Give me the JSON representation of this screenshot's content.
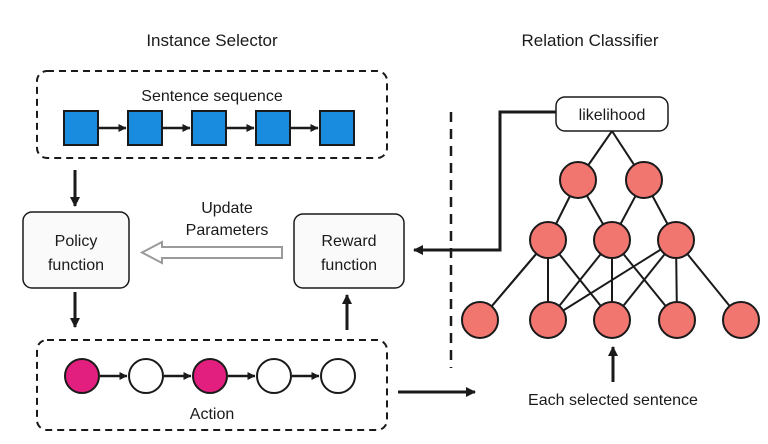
{
  "headings": {
    "instance_selector": "Instance Selector",
    "relation_classifier": "Relation Classifier"
  },
  "sentence_box": {
    "label": "Sentence sequence",
    "square_count": 5
  },
  "policy_box": {
    "line1": "Policy",
    "line2": "function"
  },
  "update_label": {
    "line1": "Update",
    "line2": "Parameters"
  },
  "reward_box": {
    "line1": "Reward",
    "line2": "function"
  },
  "action_box": {
    "label": "Action",
    "states": [
      "filled",
      "empty",
      "filled",
      "empty",
      "empty"
    ]
  },
  "likelihood_box": {
    "label": "likelihood"
  },
  "network_caption": "Each selected sentence",
  "colors": {
    "square_fill": "#1a8ce0",
    "filled_circle": "#e21f7f",
    "node_fill": "#f27670",
    "box_fill": "#fafafa",
    "stroke": "#1a1a1a",
    "hollow_arrow": "#9a9a9a"
  }
}
